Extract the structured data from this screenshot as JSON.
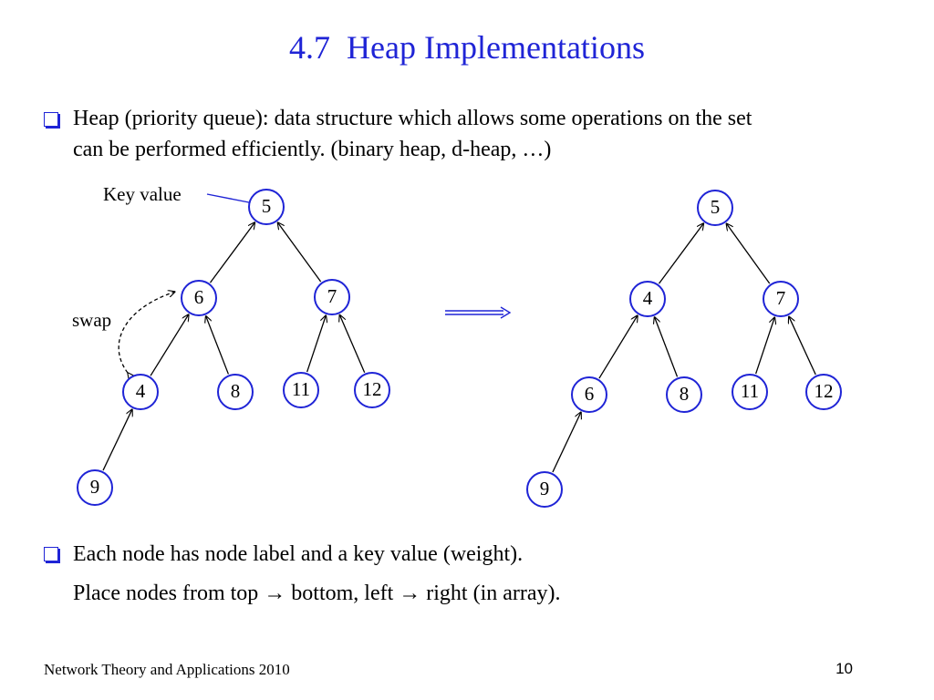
{
  "slide": {
    "title": "4.7  Heap Implementations",
    "bullets": [
      {
        "line1": "Heap (priority queue): data structure which allows some operations on the set",
        "line2": "can be performed efficiently. (binary heap, d-heap, …)"
      },
      {
        "line1": "Each node has node label and a key value (weight).",
        "line2": "Place nodes from top → bottom, left → right  (in array)."
      }
    ],
    "footer": "Network Theory and Applications 2010",
    "page_number": "10"
  },
  "diagram": {
    "annotations": {
      "key_value": "Key value",
      "swap": "swap"
    },
    "trees": [
      {
        "name": "before-swap",
        "nodes": [
          {
            "id": "a1",
            "key": "5"
          },
          {
            "id": "a2",
            "key": "6"
          },
          {
            "id": "a3",
            "key": "7"
          },
          {
            "id": "a4",
            "key": "4"
          },
          {
            "id": "a5",
            "key": "8"
          },
          {
            "id": "a6",
            "key": "11"
          },
          {
            "id": "a7",
            "key": "12"
          },
          {
            "id": "a8",
            "key": "9"
          }
        ],
        "edges": [
          [
            "a2",
            "a1"
          ],
          [
            "a3",
            "a1"
          ],
          [
            "a4",
            "a2"
          ],
          [
            "a5",
            "a2"
          ],
          [
            "a6",
            "a3"
          ],
          [
            "a7",
            "a3"
          ],
          [
            "a8",
            "a4"
          ]
        ]
      },
      {
        "name": "after-swap",
        "nodes": [
          {
            "id": "b1",
            "key": "5"
          },
          {
            "id": "b2",
            "key": "4"
          },
          {
            "id": "b3",
            "key": "7"
          },
          {
            "id": "b4",
            "key": "6"
          },
          {
            "id": "b5",
            "key": "8"
          },
          {
            "id": "b6",
            "key": "11"
          },
          {
            "id": "b7",
            "key": "12"
          },
          {
            "id": "b8",
            "key": "9"
          }
        ],
        "edges": [
          [
            "b2",
            "b1"
          ],
          [
            "b3",
            "b1"
          ],
          [
            "b4",
            "b2"
          ],
          [
            "b5",
            "b2"
          ],
          [
            "b6",
            "b3"
          ],
          [
            "b7",
            "b3"
          ],
          [
            "b8",
            "b4"
          ]
        ]
      }
    ],
    "colors": {
      "title": "#1f24d6",
      "node_stroke": "#1f24d6",
      "edge": "#000000",
      "transition_arrow": "#1f24d6"
    }
  }
}
